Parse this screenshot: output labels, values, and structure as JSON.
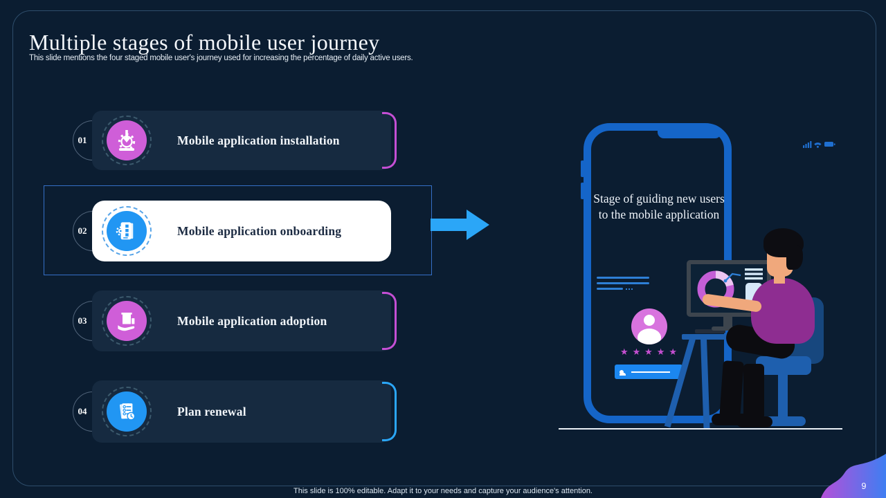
{
  "slide": {
    "title": "Multiple stages of mobile user journey",
    "subtitle": "This slide mentions the four staged mobile user's journey used for increasing the percentage of daily active users.",
    "footer": "This slide is 100% editable.  Adapt it to your needs and capture your audience's attention.",
    "page_number": "9"
  },
  "stages": [
    {
      "number": "01",
      "label": "Mobile application installation"
    },
    {
      "number": "02",
      "label": "Mobile application onboarding"
    },
    {
      "number": "03",
      "label": "Mobile application adoption"
    },
    {
      "number": "04",
      "label": "Plan renewal"
    }
  ],
  "phone": {
    "message": "Stage of guiding new users to the mobile application",
    "rating_stars": 5
  },
  "icons": {
    "star": "★"
  },
  "colors": {
    "background": "#0b1d31",
    "card": "#162a40",
    "magenta_accent": "#c44fd4",
    "magenta_icon": "#cf5ed8",
    "blue_icon": "#2196f3",
    "arrow_blue": "#2ba6f7",
    "selection_blue": "#3570c8",
    "phone_frame": "#1565c8",
    "shirt_purple": "#8e2d91",
    "chair_blue": "#1e5fae",
    "blob_gradient": [
      "#b44fd8",
      "#3f7ef2"
    ]
  }
}
